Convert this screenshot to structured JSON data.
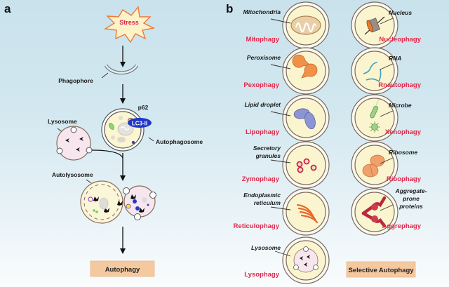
{
  "panel_a": {
    "letter": "a",
    "stress": "Stress",
    "phagophore": "Phagophore",
    "p62": "p62",
    "lc3": "LC3-II",
    "autophagosome": "Autophagosome",
    "lysosome": "Lysosome",
    "autolysosome": "Autolysosome",
    "result": "Autophagy"
  },
  "panel_b": {
    "letter": "b",
    "result": "Selective Autophagy",
    "items": [
      {
        "cargo": "Mitochondria",
        "type": "Mitophagy"
      },
      {
        "cargo": "Nucleus",
        "type": "Nucleophagy"
      },
      {
        "cargo": "Peroxisome",
        "type": "Pexophagy"
      },
      {
        "cargo": "RNA",
        "type": "Rnautophagy"
      },
      {
        "cargo": "Lipid droplet",
        "type": "Lipophagy"
      },
      {
        "cargo": "Microbe",
        "type": "Xenophagy"
      },
      {
        "cargo_line1": "Secretory",
        "cargo_line2": "granules",
        "type": "Zymophagy"
      },
      {
        "cargo": "Ribosome",
        "type": "Ribophagy"
      },
      {
        "cargo_line1": "Endoplasmic",
        "cargo_line2": "reticulum",
        "type": "Reticulophagy"
      },
      {
        "cargo_line1": "Aggregate-",
        "cargo_line2": "prone",
        "cargo_line3": "proteins",
        "type": "Aggrephagy"
      },
      {
        "cargo": "Lysosome",
        "type": "Lysophagy"
      }
    ]
  },
  "colors": {
    "label_red": "#e0274a",
    "box_fill": "#f5c9a0",
    "cell_fill": "#fbf5cf",
    "ring": "#7a6a5e",
    "lysosome_fill": "#f7e4ef",
    "lc3_blue": "#1f36c8"
  }
}
